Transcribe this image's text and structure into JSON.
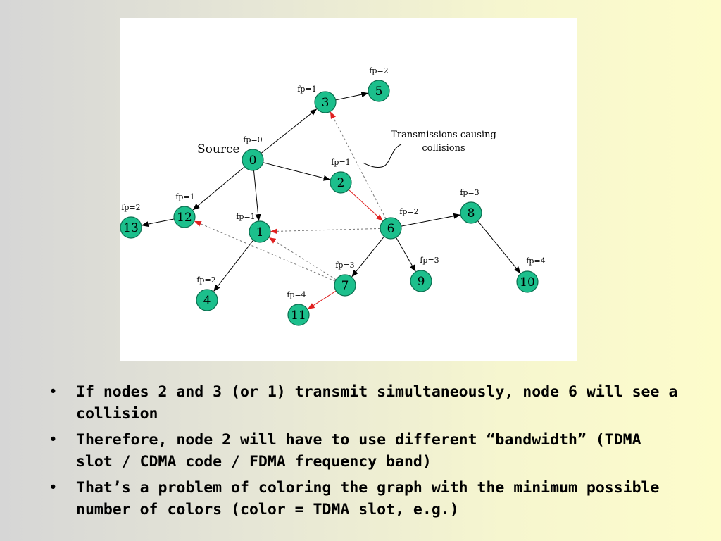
{
  "figure": {
    "source_label": "Source",
    "annotation": [
      "Transmissions causing",
      "collisions"
    ],
    "nodes": [
      {
        "id": "0",
        "fp": "fp=0"
      },
      {
        "id": "1",
        "fp": "fp=1"
      },
      {
        "id": "2",
        "fp": "fp=1"
      },
      {
        "id": "3",
        "fp": "fp=1"
      },
      {
        "id": "4",
        "fp": "fp=2"
      },
      {
        "id": "5",
        "fp": "fp=2"
      },
      {
        "id": "6",
        "fp": "fp=2"
      },
      {
        "id": "7",
        "fp": "fp=3"
      },
      {
        "id": "8",
        "fp": "fp=3"
      },
      {
        "id": "9",
        "fp": "fp=3"
      },
      {
        "id": "10",
        "fp": "fp=4"
      },
      {
        "id": "11",
        "fp": "fp=4"
      },
      {
        "id": "12",
        "fp": "fp=1"
      },
      {
        "id": "13",
        "fp": "fp=2"
      }
    ],
    "edges": [
      {
        "from": "0",
        "to": "3",
        "style": "tree"
      },
      {
        "from": "3",
        "to": "5",
        "style": "tree"
      },
      {
        "from": "0",
        "to": "2",
        "style": "tree"
      },
      {
        "from": "0",
        "to": "1",
        "style": "tree"
      },
      {
        "from": "0",
        "to": "12",
        "style": "tree"
      },
      {
        "from": "12",
        "to": "13",
        "style": "tree"
      },
      {
        "from": "1",
        "to": "4",
        "style": "tree"
      },
      {
        "from": "2",
        "to": "6",
        "style": "red"
      },
      {
        "from": "6",
        "to": "8",
        "style": "tree"
      },
      {
        "from": "8",
        "to": "10",
        "style": "tree"
      },
      {
        "from": "6",
        "to": "9",
        "style": "tree"
      },
      {
        "from": "6",
        "to": "7",
        "style": "tree"
      },
      {
        "from": "7",
        "to": "11",
        "style": "red"
      },
      {
        "from": "6",
        "to": "3",
        "style": "collision"
      },
      {
        "from": "6",
        "to": "1",
        "style": "collision"
      },
      {
        "from": "7",
        "to": "1",
        "style": "collision"
      },
      {
        "from": "7",
        "to": "12",
        "style": "collision"
      }
    ],
    "colors": {
      "node_fill": "#1cbf8c",
      "node_stroke": "#0c6f50",
      "tree_edge": "#000000",
      "red_edge": "#e02020",
      "collision_edge": "#777777",
      "collision_head": "#e02020"
    }
  },
  "bullets": [
    "If nodes 2 and 3 (or 1) transmit simultaneously, node 6 will see a collision",
    "Therefore, node 2 will have to use different “bandwidth” (TDMA slot / CDMA code / FDMA frequency band)",
    "That’s a problem of coloring the graph with the minimum possible number of colors (color = TDMA slot, e.g.)"
  ]
}
